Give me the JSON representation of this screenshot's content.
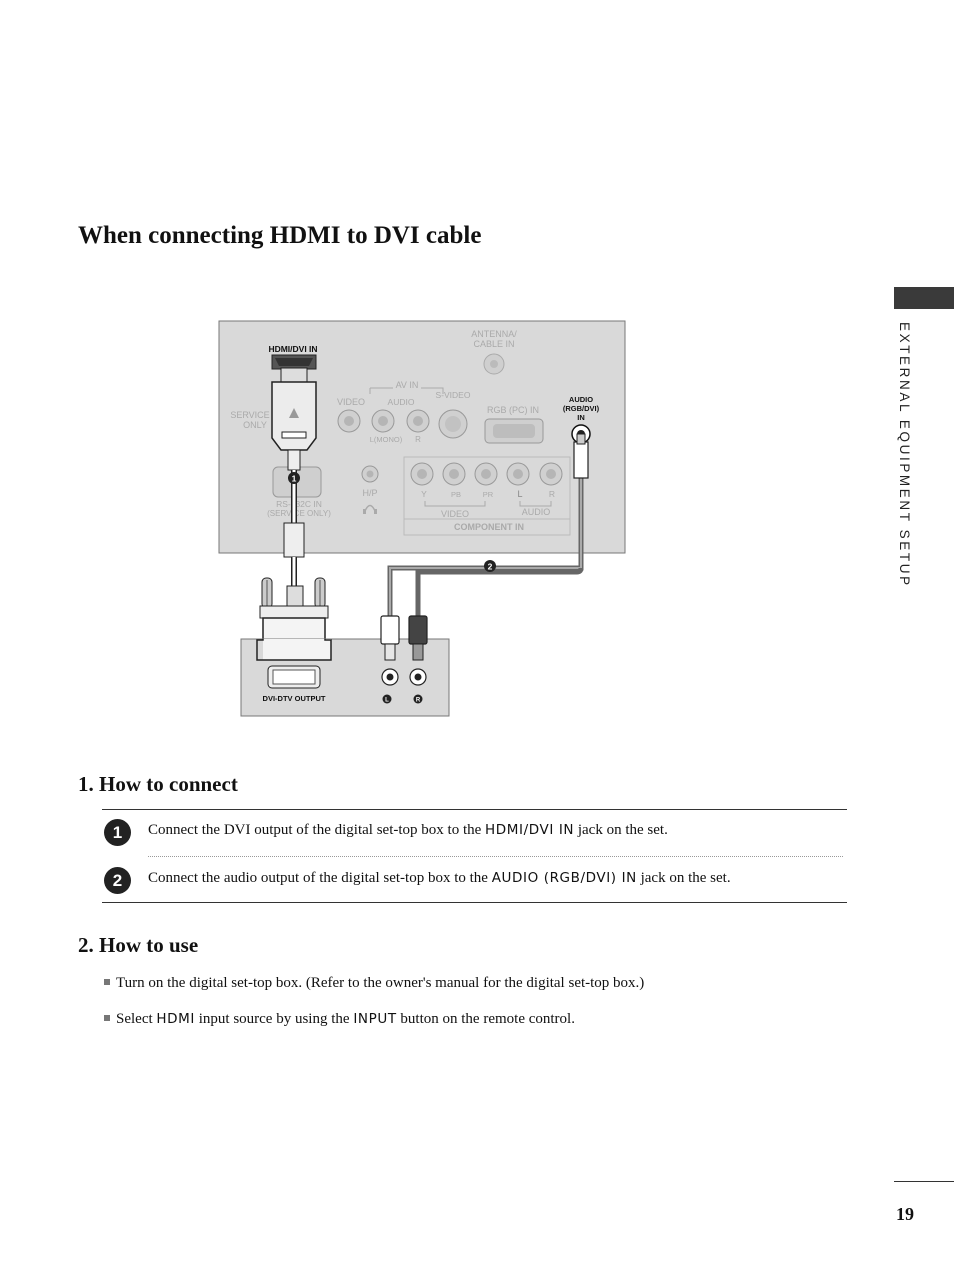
{
  "title": "When connecting HDMI to DVI cable",
  "side_label": "EXTERNAL EQUIPMENT SETUP",
  "diagram": {
    "tv_panel": {
      "hdmi_dvi_in": "HDMI/DVI IN",
      "antenna_line1": "ANTENNA/",
      "antenna_line2": "CABLE IN",
      "av_in": "AV IN",
      "video": "VIDEO",
      "audio": "AUDIO",
      "s_video": "S-VIDEO",
      "l_mono": "L(MONO)",
      "r": "R",
      "service_line1": "SERVICE",
      "service_line2": "ONLY",
      "rgb_pc_in": "RGB (PC) IN",
      "audio_rgb_line1": "AUDIO",
      "audio_rgb_line2": "(RGB/DVI)",
      "audio_rgb_line3": "IN",
      "rs232c_line1": "RS-232C IN",
      "rs232c_line2": "(SERVICE ONLY)",
      "hp": "H/P",
      "comp_y": "Y",
      "comp_pb": "PB",
      "comp_pr": "PR",
      "comp_l": "L",
      "comp_r": "R",
      "comp_video": "VIDEO",
      "comp_audio": "AUDIO",
      "component_in": "COMPONENT IN"
    },
    "stb_panel": {
      "dvi_dtv_output": "DVI-DTV OUTPUT",
      "l": "L",
      "r": "R"
    },
    "markers": [
      "1",
      "2"
    ]
  },
  "connect": {
    "title": "1. How to connect",
    "steps": [
      {
        "num": "1",
        "before": "Connect the DVI output of the digital set-top box to the ",
        "keyword": "HDMI/DVI IN",
        "after": " jack on the set."
      },
      {
        "num": "2",
        "before": "Connect the audio output of the digital set-top box to the ",
        "keyword": "AUDIO (RGB/DVI) IN",
        "after": " jack on the set."
      }
    ]
  },
  "use": {
    "title": "2. How to use",
    "bullets": [
      {
        "text": "Turn on the digital set-top box. (Refer to the owner's manual for the digital set-top box.)"
      },
      {
        "before": "Select ",
        "kw1": "HDMI",
        "middle": " input source by using the ",
        "kw2": "INPUT",
        "after": " button on the remote control."
      }
    ]
  },
  "page_number": "19"
}
